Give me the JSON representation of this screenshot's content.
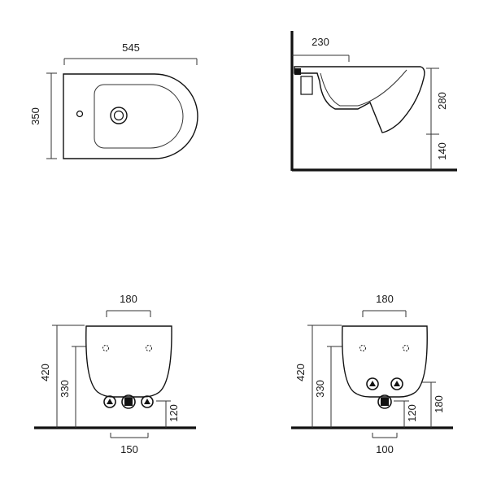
{
  "views": {
    "top": {
      "width_label": "545",
      "depth_label": "350"
    },
    "side": {
      "projection_label": "230",
      "height_label": "280",
      "floor_label": "140"
    },
    "front_left": {
      "top_label": "180",
      "height_label": "420",
      "height2_label": "330",
      "low_label": "120",
      "bottom_label": "150"
    },
    "front_right": {
      "top_label": "180",
      "height_label": "420",
      "height2_label": "330",
      "low_label": "120",
      "right_label": "180",
      "bottom_label": "100"
    }
  },
  "colors": {
    "line": "#111111",
    "background": "#ffffff"
  }
}
